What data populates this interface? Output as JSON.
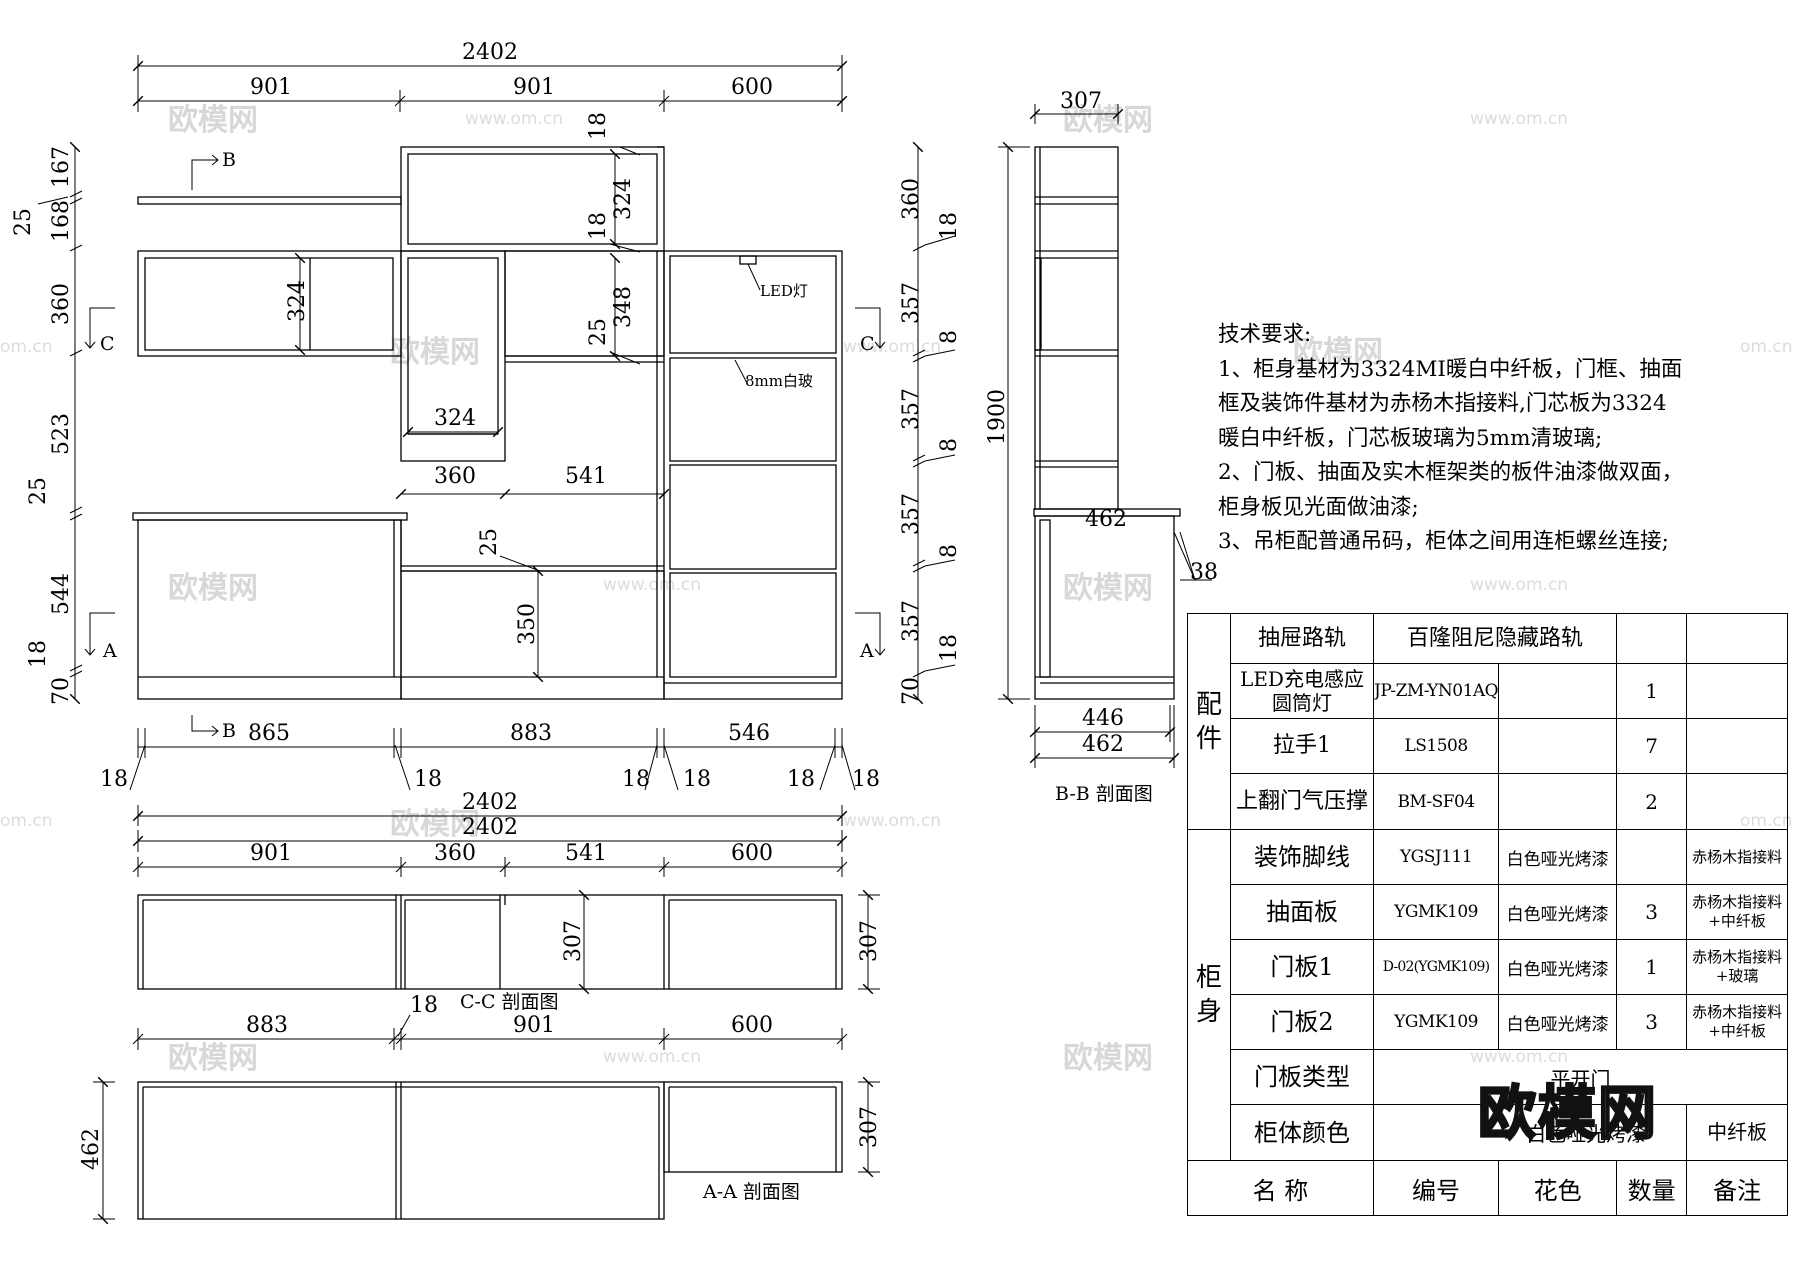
{
  "watermark": {
    "text": "欧模网",
    "url": "www.om.cn",
    "url_partial": "om.cn"
  },
  "logo": {
    "text": "欧模网"
  },
  "front_view": {
    "top_total": "2402",
    "top_segments": [
      "901",
      "901",
      "600"
    ],
    "left_dims": [
      "167",
      "25",
      "168",
      "360",
      "523",
      "25",
      "544",
      "18",
      "70"
    ],
    "right_dims": [
      "360",
      "18",
      "357",
      "8",
      "357",
      "8",
      "357",
      "8",
      "357",
      "18",
      "70"
    ],
    "inner_dims": [
      "18",
      "324",
      "18",
      "324",
      "348",
      "25",
      "324",
      "360",
      "541",
      "25",
      "350"
    ],
    "bottom_segments": [
      "865",
      "883",
      "546"
    ],
    "bottom_small": [
      "18",
      "18",
      "18",
      "18",
      "18",
      "18"
    ],
    "bottom_total": "2402",
    "section_markers": {
      "b": "B",
      "c": "C",
      "a": "A"
    },
    "annotations": {
      "led": "LED灯",
      "glass": "8mm白玻"
    }
  },
  "section_bb": {
    "title": "B-B 剖面图",
    "top_dim": "307",
    "height": "1900",
    "depth_upper": "462",
    "overhang": "38",
    "bottom_dims": [
      "446",
      "462"
    ]
  },
  "section_cc": {
    "title": "C-C 剖面图",
    "total": "2402",
    "segments": [
      "901",
      "360",
      "541",
      "600"
    ],
    "depths": [
      "307",
      "307"
    ],
    "small": "18"
  },
  "section_aa": {
    "title": "A-A 剖面图",
    "segments": [
      "883",
      "901",
      "600"
    ],
    "depths": [
      "462",
      "307"
    ]
  },
  "requirements": {
    "title": "技术要求:",
    "lines": [
      "1、柜身基材为3324MI暖白中纤板，门框、抽面",
      "框及装饰件基材为赤杨木指接料,门芯板为3324",
      "暖白中纤板，门芯板玻璃为5mm清玻璃;",
      "2、门板、抽面及实木框架类的板件油漆做双面，",
      "柜身板见光面做油漆;",
      "3、吊柜配普通吊码，柜体之间用连柜螺丝连接;"
    ]
  },
  "table": {
    "group_parts": "配\n件",
    "group_body": "柜\n身",
    "rows": [
      {
        "name": "抽屉路轨",
        "code": "百隆阻尼隐藏路轨",
        "color": "",
        "qty": "",
        "note": ""
      },
      {
        "name": "LED充电感应圆筒灯",
        "code": "JP-ZM-YN01AQ",
        "color": "",
        "qty": "1",
        "note": ""
      },
      {
        "name": "拉手1",
        "code": "LS1508",
        "color": "",
        "qty": "7",
        "note": ""
      },
      {
        "name": "上翻门气压撑",
        "code": "BM-SF04",
        "color": "",
        "qty": "2",
        "note": ""
      },
      {
        "name": "装饰脚线",
        "code": "YGSJ111",
        "color": "白色哑光烤漆",
        "qty": "",
        "note": "赤杨木指接料"
      },
      {
        "name": "抽面板",
        "code": "YGMK109",
        "color": "白色哑光烤漆",
        "qty": "3",
        "note": "赤杨木指接料\n+中纤板"
      },
      {
        "name": "门板1",
        "code": "D-02(YGMK109)",
        "color": "白色哑光烤漆",
        "qty": "1",
        "note": "赤杨木指接料\n+玻璃"
      },
      {
        "name": "门板2",
        "code": "YGMK109",
        "color": "白色哑光烤漆",
        "qty": "3",
        "note": "赤杨木指接料\n+中纤板"
      },
      {
        "name": "门板类型",
        "code": "平开门",
        "color": "",
        "qty": "",
        "note": ""
      },
      {
        "name": "柜体颜色",
        "code": "白色哑光烤漆",
        "color": "",
        "qty": "",
        "note": "中纤板"
      }
    ],
    "header": {
      "name": "名 称",
      "code": "编号",
      "color": "花色",
      "qty": "数量",
      "note": "备注"
    }
  }
}
